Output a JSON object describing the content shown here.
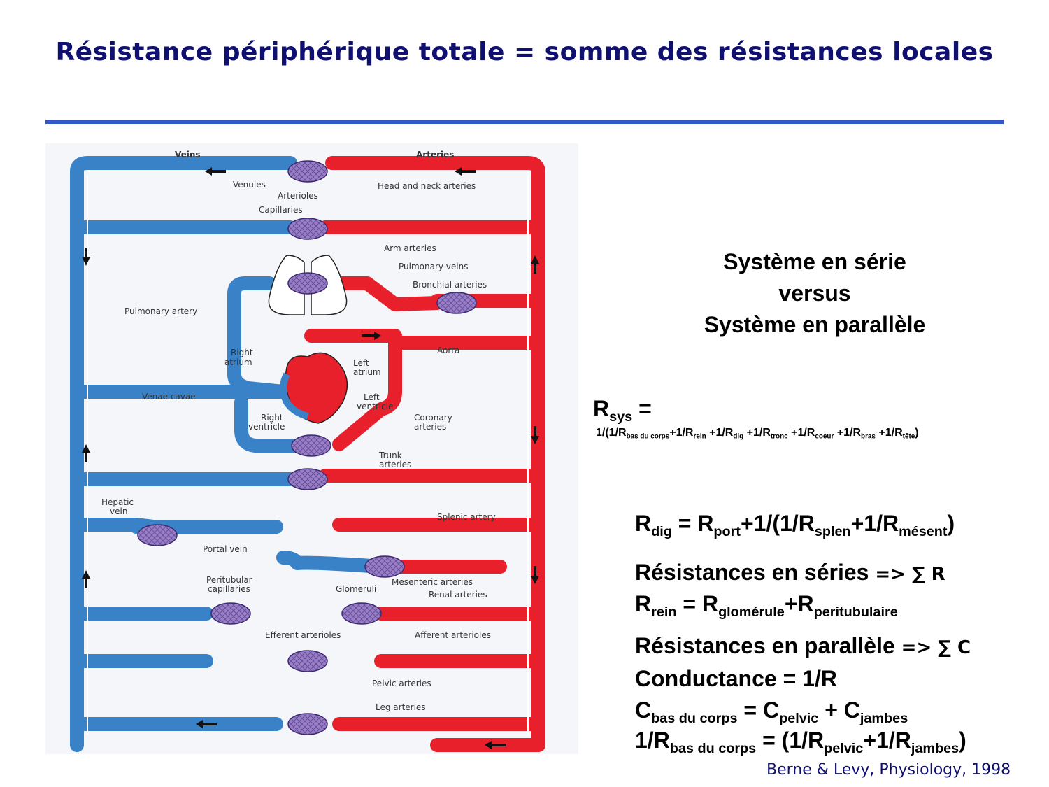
{
  "title": "Résistance périphérique totale = somme des résistances locales",
  "diagram_labels": {
    "veins": "Veins",
    "arteries": "Arteries",
    "venules": "Venules",
    "arterioles": "Arterioles",
    "head_neck": "Head and neck arteries",
    "capillaries": "Capillaries",
    "arm_arteries": "Arm arteries",
    "pulmonary_veins": "Pulmonary veins",
    "bronchial_arteries": "Bronchial arteries",
    "pulmonary_artery": "Pulmonary artery",
    "right_atrium_1": "Right",
    "right_atrium_2": "atrium",
    "aorta": "Aorta",
    "left_atrium_1": "Left",
    "left_atrium_2": "atrium",
    "venae_cavae": "Venae cavae",
    "left_ventricle_1": "Left",
    "left_ventricle_2": "ventricle",
    "right_ventricle_1": "Right",
    "right_ventricle_2": "ventricle",
    "coronary_1": "Coronary",
    "coronary_2": "arteries",
    "trunk_1": "Trunk",
    "trunk_2": "arteries",
    "hepatic_1": "Hepatic",
    "hepatic_2": "vein",
    "splenic": "Splenic artery",
    "portal": "Portal vein",
    "peritubular_1": "Peritubular",
    "peritubular_2": "capillaries",
    "glomeruli": "Glomeruli",
    "mesenteric": "Mesenteric arteries",
    "renal": "Renal arteries",
    "efferent": "Efferent arterioles",
    "afferent": "Afferent arterioles",
    "pelvic": "Pelvic arteries",
    "leg": "Leg arteries"
  },
  "heading": {
    "line1": "Système en série",
    "line2": "versus",
    "line3": "Système en parallèle"
  },
  "rsys": {
    "main": "R",
    "sub": "sys",
    "eq": " ="
  },
  "rsys_formula": {
    "p0": "1/(1/R",
    "s0": "bas du corps",
    "p1": "+1/R",
    "s1": "rein",
    "p2": " +1/R",
    "s2": "dig",
    "p3": " +1/R",
    "s3": "tronc",
    "p4": " +1/R",
    "s4": "coeur",
    "p5": " +1/R",
    "s5": "bras",
    "p6": " +1/R",
    "s6": "tête",
    "p7": ")"
  },
  "rdig": {
    "p0": "R",
    "s0": "dig",
    "p1": " = R",
    "s1": "port",
    "p2": "+1/(1/R",
    "s2": "splen",
    "p3": "+1/R",
    "s3": "mésent",
    "p4": ")"
  },
  "series": {
    "text": "Résistances en séries ",
    "arrow": "=> ∑ R"
  },
  "rrein": {
    "p0": "R",
    "s0": "rein",
    "p1": " = R",
    "s1": "glomérule",
    "p2": "+R",
    "s2": "peritubulaire"
  },
  "parallel": {
    "text": "Résistances en parallèle ",
    "arrow": "=> ∑ C"
  },
  "conductance": {
    "text": "Conductance = ",
    "value": " 1/R"
  },
  "cbas": {
    "p0": "C",
    "s0": "bas du corps",
    "p1": " = C",
    "s1": "pelvic",
    "p2": " + C",
    "s2": "jambes"
  },
  "rbas": {
    "p0": "1/R",
    "s0": "bas du corps",
    "p1": " = (1/R",
    "s1": "pelvic",
    "p2": "+1/R",
    "s2": "jambes",
    "p3": ")"
  },
  "citation": "Berne & Levy,  Physiology, 1998",
  "colors": {
    "title": "#101070",
    "rule": "#3058c8",
    "vein": "#3a82c8",
    "artery": "#e8202c",
    "capillary": "#9a7ec8",
    "diagram_bg": "#f4f6fa"
  }
}
